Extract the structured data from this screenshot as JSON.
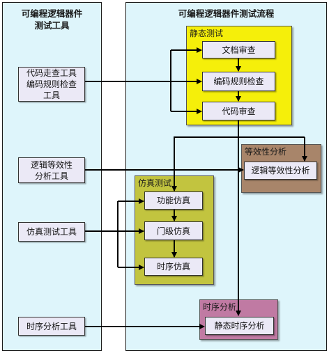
{
  "left_panel": {
    "title_line1": "可编程逻辑器件",
    "title_line2": "测试工具",
    "tools": [
      {
        "line1": "代码走查工具",
        "line2": "编码规则检查",
        "line3": "工具"
      },
      {
        "line1": "逻辑等效性",
        "line2": "分析工具"
      },
      {
        "line1": "仿真测试工具"
      },
      {
        "line1": "时序分析工具"
      }
    ]
  },
  "right_panel": {
    "title": "可编程逻辑器件测试流程",
    "static_test": {
      "label": "静态测试",
      "color": "#f5ef0a",
      "steps": [
        "文档审查",
        "编码规则检查",
        "代码审查"
      ]
    },
    "equivalence": {
      "label": "等效性分析",
      "color": "#a8856a",
      "step": "逻辑等效性分析"
    },
    "simulation": {
      "label": "仿真测试",
      "color": "#c2c43f",
      "steps": [
        "功能仿真",
        "门级仿真",
        "时序仿真"
      ]
    },
    "timing": {
      "label": "时序分析",
      "color": "#c07aa3",
      "step": "静态时序分析"
    }
  }
}
